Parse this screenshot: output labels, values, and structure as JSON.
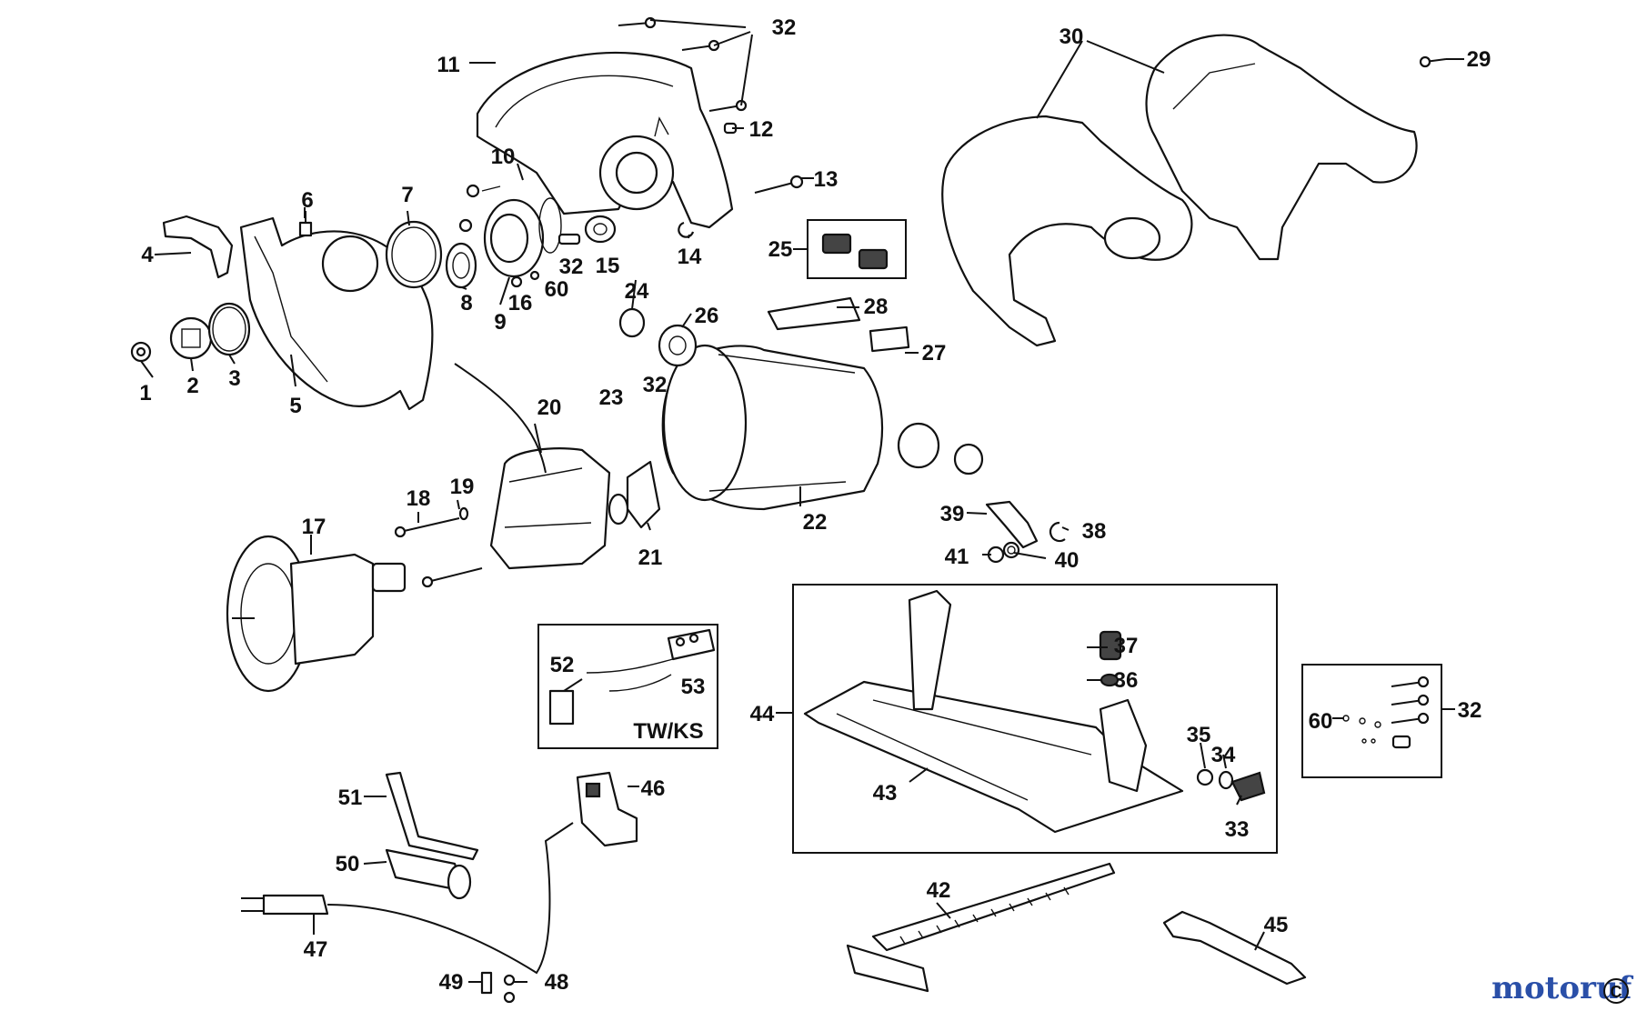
{
  "part_labels": {
    "p1": "1",
    "p2": "2",
    "p3": "3",
    "p4": "4",
    "p5": "5",
    "p6": "6",
    "p7": "7",
    "p8": "8",
    "p9": "9",
    "p10": "10",
    "p11": "11",
    "p12": "12",
    "p13": "13",
    "p14": "14",
    "p15": "15",
    "p16": "16",
    "p17": "17",
    "p18": "18",
    "p19": "19",
    "p20": "20",
    "p21": "21",
    "p22": "22",
    "p23": "23",
    "p24": "24",
    "p25": "25",
    "p26": "26",
    "p27": "27",
    "p28": "28",
    "p29": "29",
    "p30": "30",
    "p32_top": "32",
    "p32_mid": "32",
    "p32_arm": "32",
    "p32_box": "32",
    "p33": "33",
    "p34": "34",
    "p35": "35",
    "p36": "36",
    "p37": "37",
    "p38": "38",
    "p39": "39",
    "p40": "40",
    "p41": "41",
    "p42": "42",
    "p43": "43",
    "p44": "44",
    "p45": "45",
    "p46": "46",
    "p47": "47",
    "p48": "48",
    "p49": "49",
    "p50": "50",
    "p51": "51",
    "p52": "52",
    "p53": "53",
    "p60_nut": "60",
    "p60_box": "60"
  },
  "kit_label": "TW/KS",
  "watermark": {
    "text": "motoruf",
    "mark": "C"
  },
  "colors": {
    "line": "#111111",
    "background": "#ffffff"
  }
}
